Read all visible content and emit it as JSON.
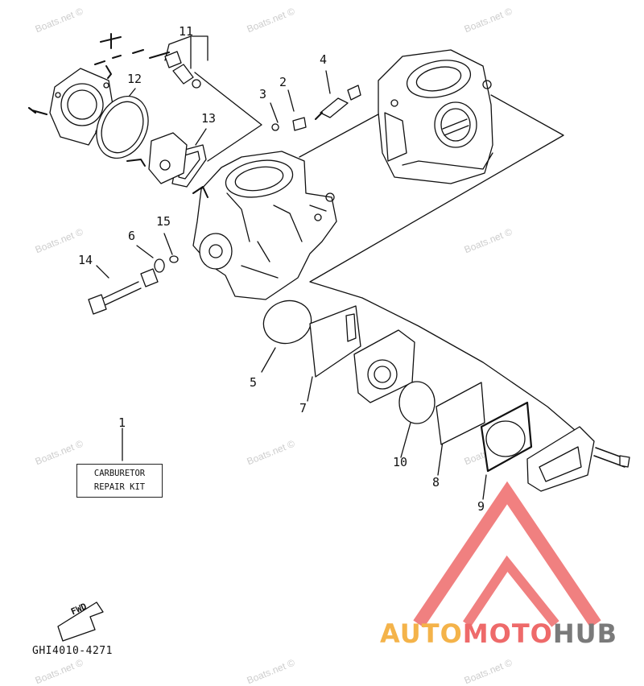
{
  "watermark": "Boats.net ©",
  "callouts": {
    "p1": "1",
    "p2": "2",
    "p3": "3",
    "p4": "4",
    "p5": "5",
    "p6": "6",
    "p7": "7",
    "p8": "8",
    "p9": "9",
    "p10": "10",
    "p11": "11",
    "p12": "12",
    "p13": "13",
    "p14": "14",
    "p15": "15"
  },
  "kit": {
    "line1": "CARBURETOR",
    "line2": "REPAIR KIT"
  },
  "fwd_label": "FWD",
  "diagram_code": "GHI4010-4271",
  "brand": {
    "part1": "AUTO",
    "part2": "MOTO",
    "part3": "HUB"
  },
  "colors": {
    "brand_orange": "#f4b34a",
    "brand_red": "#ee6a6a",
    "brand_gray": "#7a7a7a",
    "watermark": "#cdcdcd",
    "ink": "#111111"
  }
}
